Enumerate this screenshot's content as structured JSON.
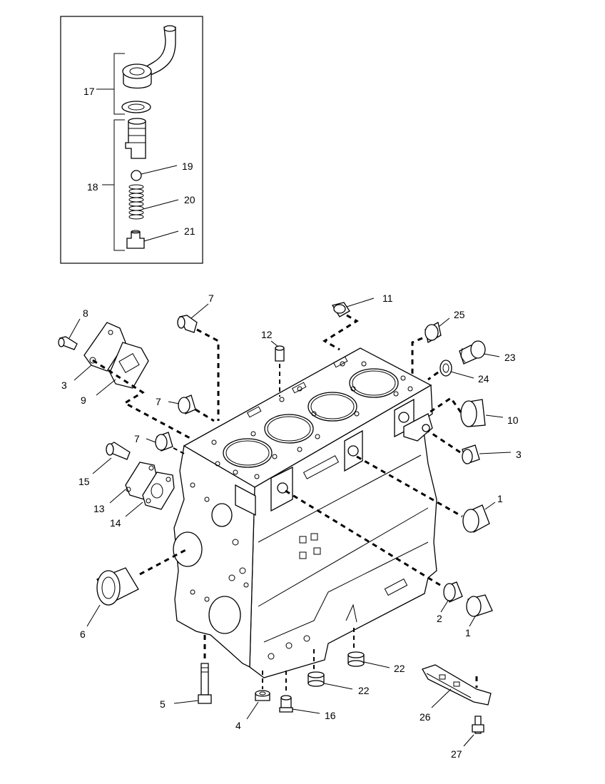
{
  "inset_labels": [
    {
      "id": "17",
      "text": "17"
    },
    {
      "id": "18",
      "text": "18"
    },
    {
      "id": "19",
      "text": "19"
    },
    {
      "id": "20",
      "text": "20"
    },
    {
      "id": "21",
      "text": "21"
    }
  ],
  "main_labels": [
    {
      "id": "8",
      "text": "8"
    },
    {
      "id": "3a",
      "text": "3"
    },
    {
      "id": "9",
      "text": "9"
    },
    {
      "id": "7a",
      "text": "7"
    },
    {
      "id": "11",
      "text": "11"
    },
    {
      "id": "12",
      "text": "12"
    },
    {
      "id": "25",
      "text": "25"
    },
    {
      "id": "23",
      "text": "23"
    },
    {
      "id": "24",
      "text": "24"
    },
    {
      "id": "7b",
      "text": "7"
    },
    {
      "id": "10",
      "text": "10"
    },
    {
      "id": "7c",
      "text": "7"
    },
    {
      "id": "3b",
      "text": "3"
    },
    {
      "id": "15",
      "text": "15"
    },
    {
      "id": "13",
      "text": "13"
    },
    {
      "id": "14",
      "text": "14"
    },
    {
      "id": "1a",
      "text": "1"
    },
    {
      "id": "6",
      "text": "6"
    },
    {
      "id": "2",
      "text": "2"
    },
    {
      "id": "1b",
      "text": "1"
    },
    {
      "id": "22a",
      "text": "22"
    },
    {
      "id": "22b",
      "text": "22"
    },
    {
      "id": "5",
      "text": "5"
    },
    {
      "id": "4",
      "text": "4"
    },
    {
      "id": "16",
      "text": "16"
    },
    {
      "id": "26",
      "text": "26"
    },
    {
      "id": "27",
      "text": "27"
    }
  ]
}
